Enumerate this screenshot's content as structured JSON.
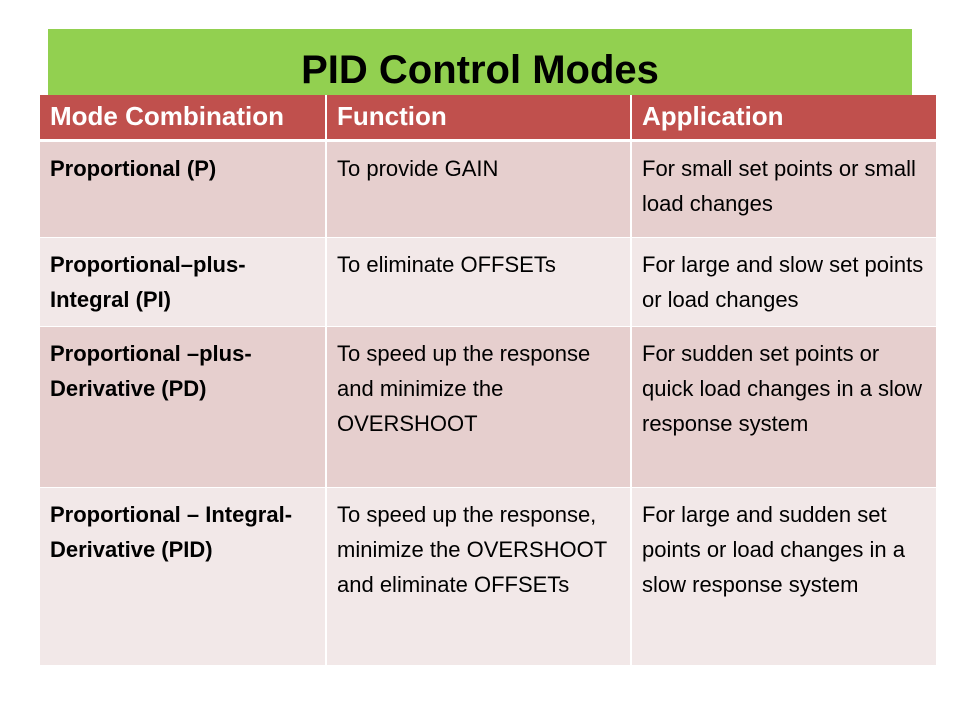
{
  "title": "PID Control Modes",
  "colors": {
    "title_bar": "#92d050",
    "header_bg": "#c0504d",
    "header_text": "#ffffff",
    "row_odd": "#e6cfce",
    "row_even": "#f2e8e8"
  },
  "table": {
    "headers": [
      "Mode Combination",
      "Function",
      "Application"
    ],
    "rows": [
      {
        "mode": "Proportional (P)",
        "function": "To  provide  GAIN",
        "application": "For small set points or small load changes"
      },
      {
        "mode": "Proportional–plus-Integral (PI)",
        "function": "To eliminate OFFSETs",
        "application": "For large and slow set points or  load changes"
      },
      {
        "mode": "Proportional –plus-Derivative  (PD)",
        "function": "To speed up the response and minimize the OVERSHOOT",
        "application": "For sudden set points or quick load changes in a slow response system"
      },
      {
        "mode": "Proportional – Integral-Derivative (PID)",
        "function": "To speed up the response, minimize the OVERSHOOT and eliminate OFFSETs",
        "application": "For large and sudden set points or load changes in a slow response system"
      }
    ]
  }
}
